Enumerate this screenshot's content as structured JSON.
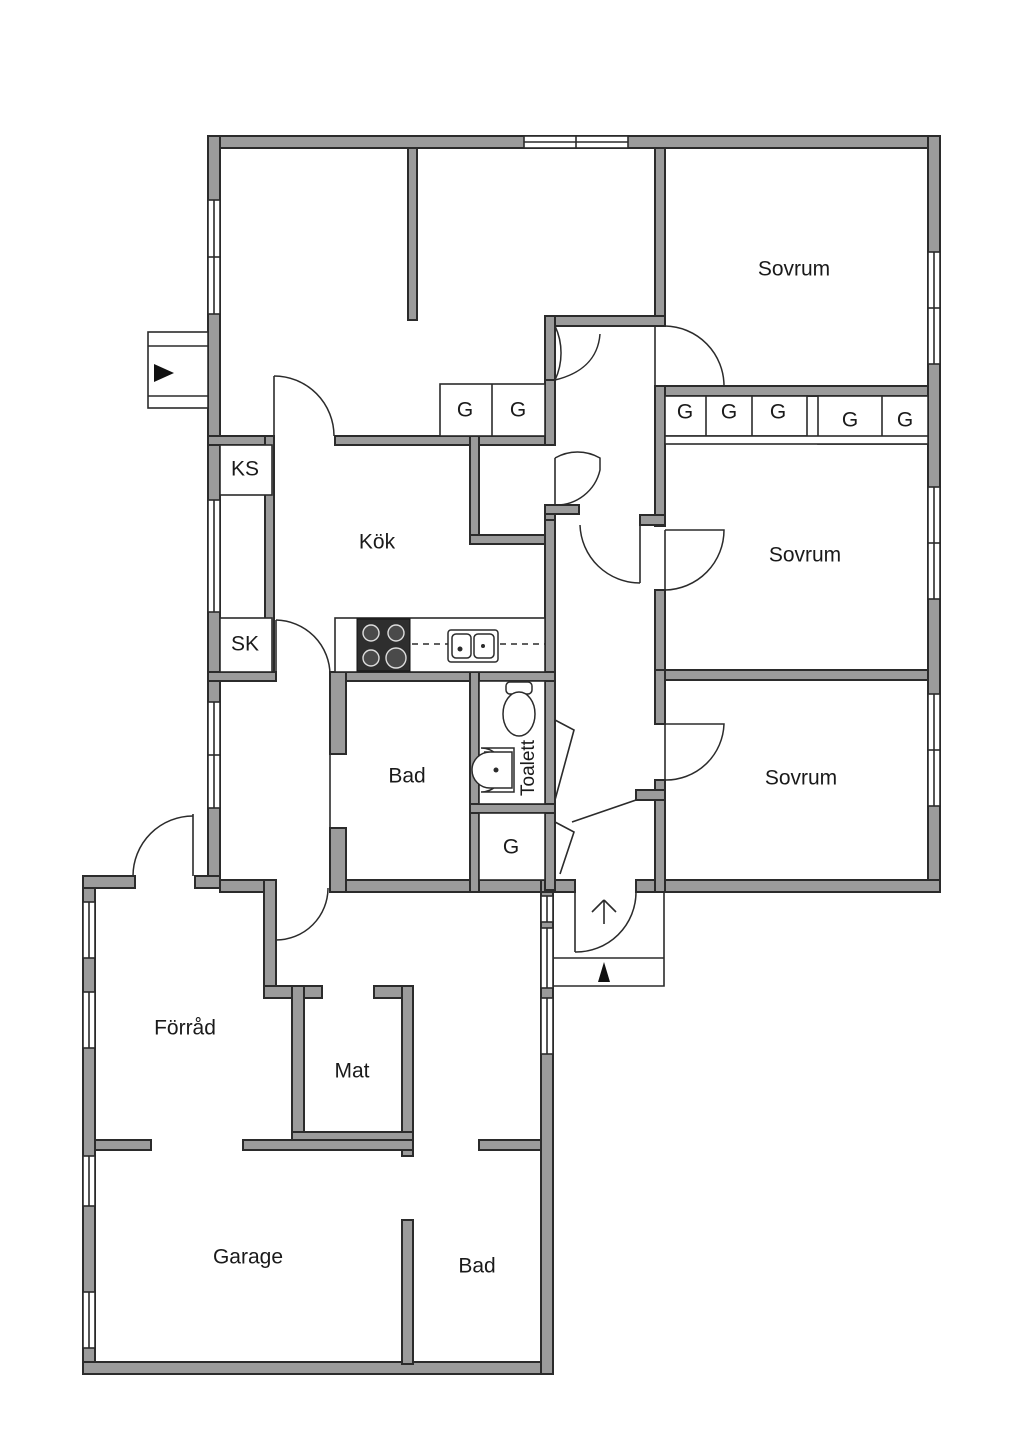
{
  "rooms": {
    "sovrum_1": "Sovrum",
    "sovrum_2": "Sovrum",
    "sovrum_3": "Sovrum",
    "kok": "Kök",
    "bad_upper": "Bad",
    "toalett": "Toalett",
    "forrad": "Förråd",
    "mat": "Mat",
    "garage": "Garage",
    "bad_lower": "Bad"
  },
  "closets": {
    "ks": "KS",
    "sk": "SK",
    "g": "G"
  },
  "colors": {
    "wall_fill": "#9b9b9b",
    "outline": "#2b2b2b",
    "background": "#ffffff"
  }
}
